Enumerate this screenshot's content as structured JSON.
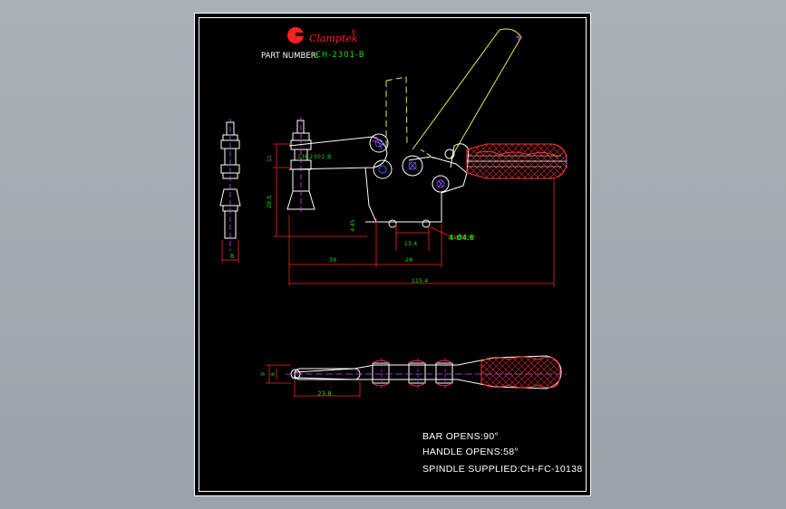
{
  "brand": {
    "name": "Clamptek",
    "mark": "®"
  },
  "part": {
    "label": "PART NUMBER:",
    "number": "CH-2301-B"
  },
  "body_label": "CH-2301-B",
  "dimensions": {
    "d11": "11",
    "d28_5": "28.5",
    "d4_45": "4.45",
    "d13_4": "13.4",
    "hole": "4-Ø4.6",
    "d39": "39",
    "d28": "28",
    "d115_4": "115.4",
    "d8": "8",
    "d9": "9",
    "d6": "6",
    "d23_8": "23.8"
  },
  "notes": [
    "BAR OPENS:90°",
    "HANDLE OPENS:58°",
    "SPINDLE SUPPLIED:CH-FC-10138"
  ],
  "colors": {
    "background": "#a9b0b8",
    "sheet": "#000000",
    "outline": "#ffffff",
    "dimension": "#ff2020",
    "dim_text": "#19d919",
    "open_position": "#e8e84a",
    "grip": "#ff3030",
    "center_mark": "#d040ff",
    "pivot": "#4060ff"
  }
}
